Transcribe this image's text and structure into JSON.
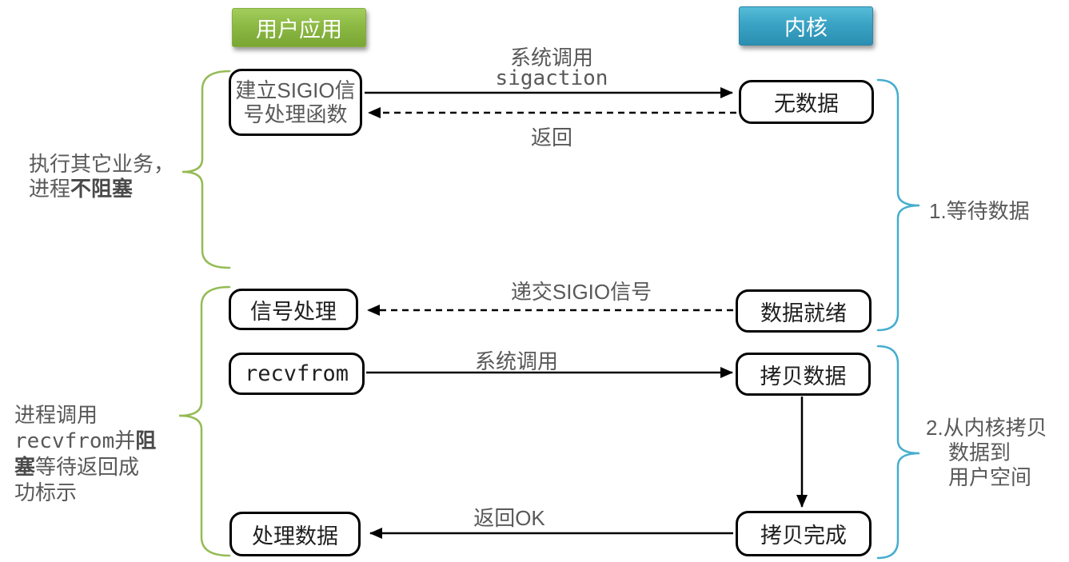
{
  "colors": {
    "green_brace": "#94bb54",
    "blue_brace": "#45aecf",
    "green_header_top": "#a3cd5d",
    "green_header_bottom": "#7aa634",
    "blue_header_top": "#56bcd9",
    "blue_header_bottom": "#2b8fb2",
    "gray_text": "#595959",
    "line_black": "#000000"
  },
  "headers": {
    "user_app": "用户应用",
    "kernel": "内核"
  },
  "boxes": {
    "setup_sigio": "建立SIGIO信号处理函数",
    "signal_handler": "信号处理",
    "recvfrom": "recvfrom",
    "process_data": "处理数据",
    "no_data": "无数据",
    "data_ready": "数据就绪",
    "copy_data": "拷贝数据",
    "copy_done": "拷贝完成"
  },
  "arrow_labels": {
    "syscall_top": "系统调用",
    "sigaction": "sigaction",
    "return": "返回",
    "deliver_sigio": "递交SIGIO信号",
    "syscall_recv": "系统调用",
    "return_ok": "返回OK"
  },
  "notes": {
    "left_top": {
      "lines": [
        [
          {
            "t": "执行其它业务，"
          }
        ],
        [
          {
            "t": "进程"
          },
          {
            "t": "不阻塞",
            "bold": true
          }
        ]
      ]
    },
    "left_bottom": {
      "lines": [
        [
          {
            "t": "进程调用"
          }
        ],
        [
          {
            "t": "recvfrom",
            "mono": true
          },
          {
            "t": "并"
          },
          {
            "t": "阻",
            "bold": true
          }
        ],
        [
          {
            "t": "塞",
            "bold": true
          },
          {
            "t": "等待返回成"
          }
        ],
        [
          {
            "t": "功标示"
          }
        ]
      ]
    },
    "right_top": {
      "lines": [
        "1.等待数据"
      ]
    },
    "right_bottom": {
      "lines": [
        "2.从内核拷贝",
        "数据到",
        "用户空间"
      ]
    }
  }
}
